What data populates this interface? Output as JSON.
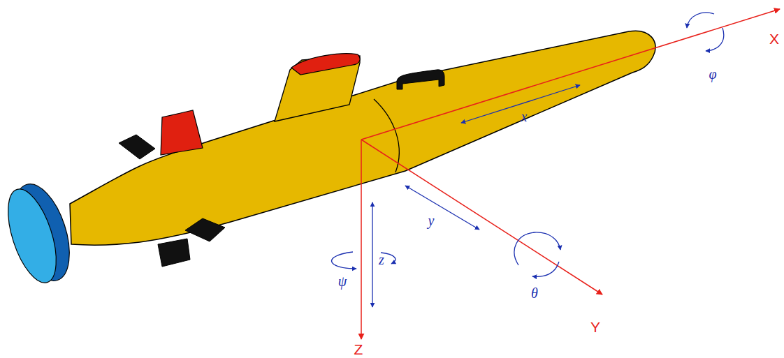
{
  "diagram": {
    "labels": [
      "X",
      "φ",
      "x",
      "y",
      "ψ",
      "z",
      "θ",
      "Y",
      "Z"
    ]
  }
}
